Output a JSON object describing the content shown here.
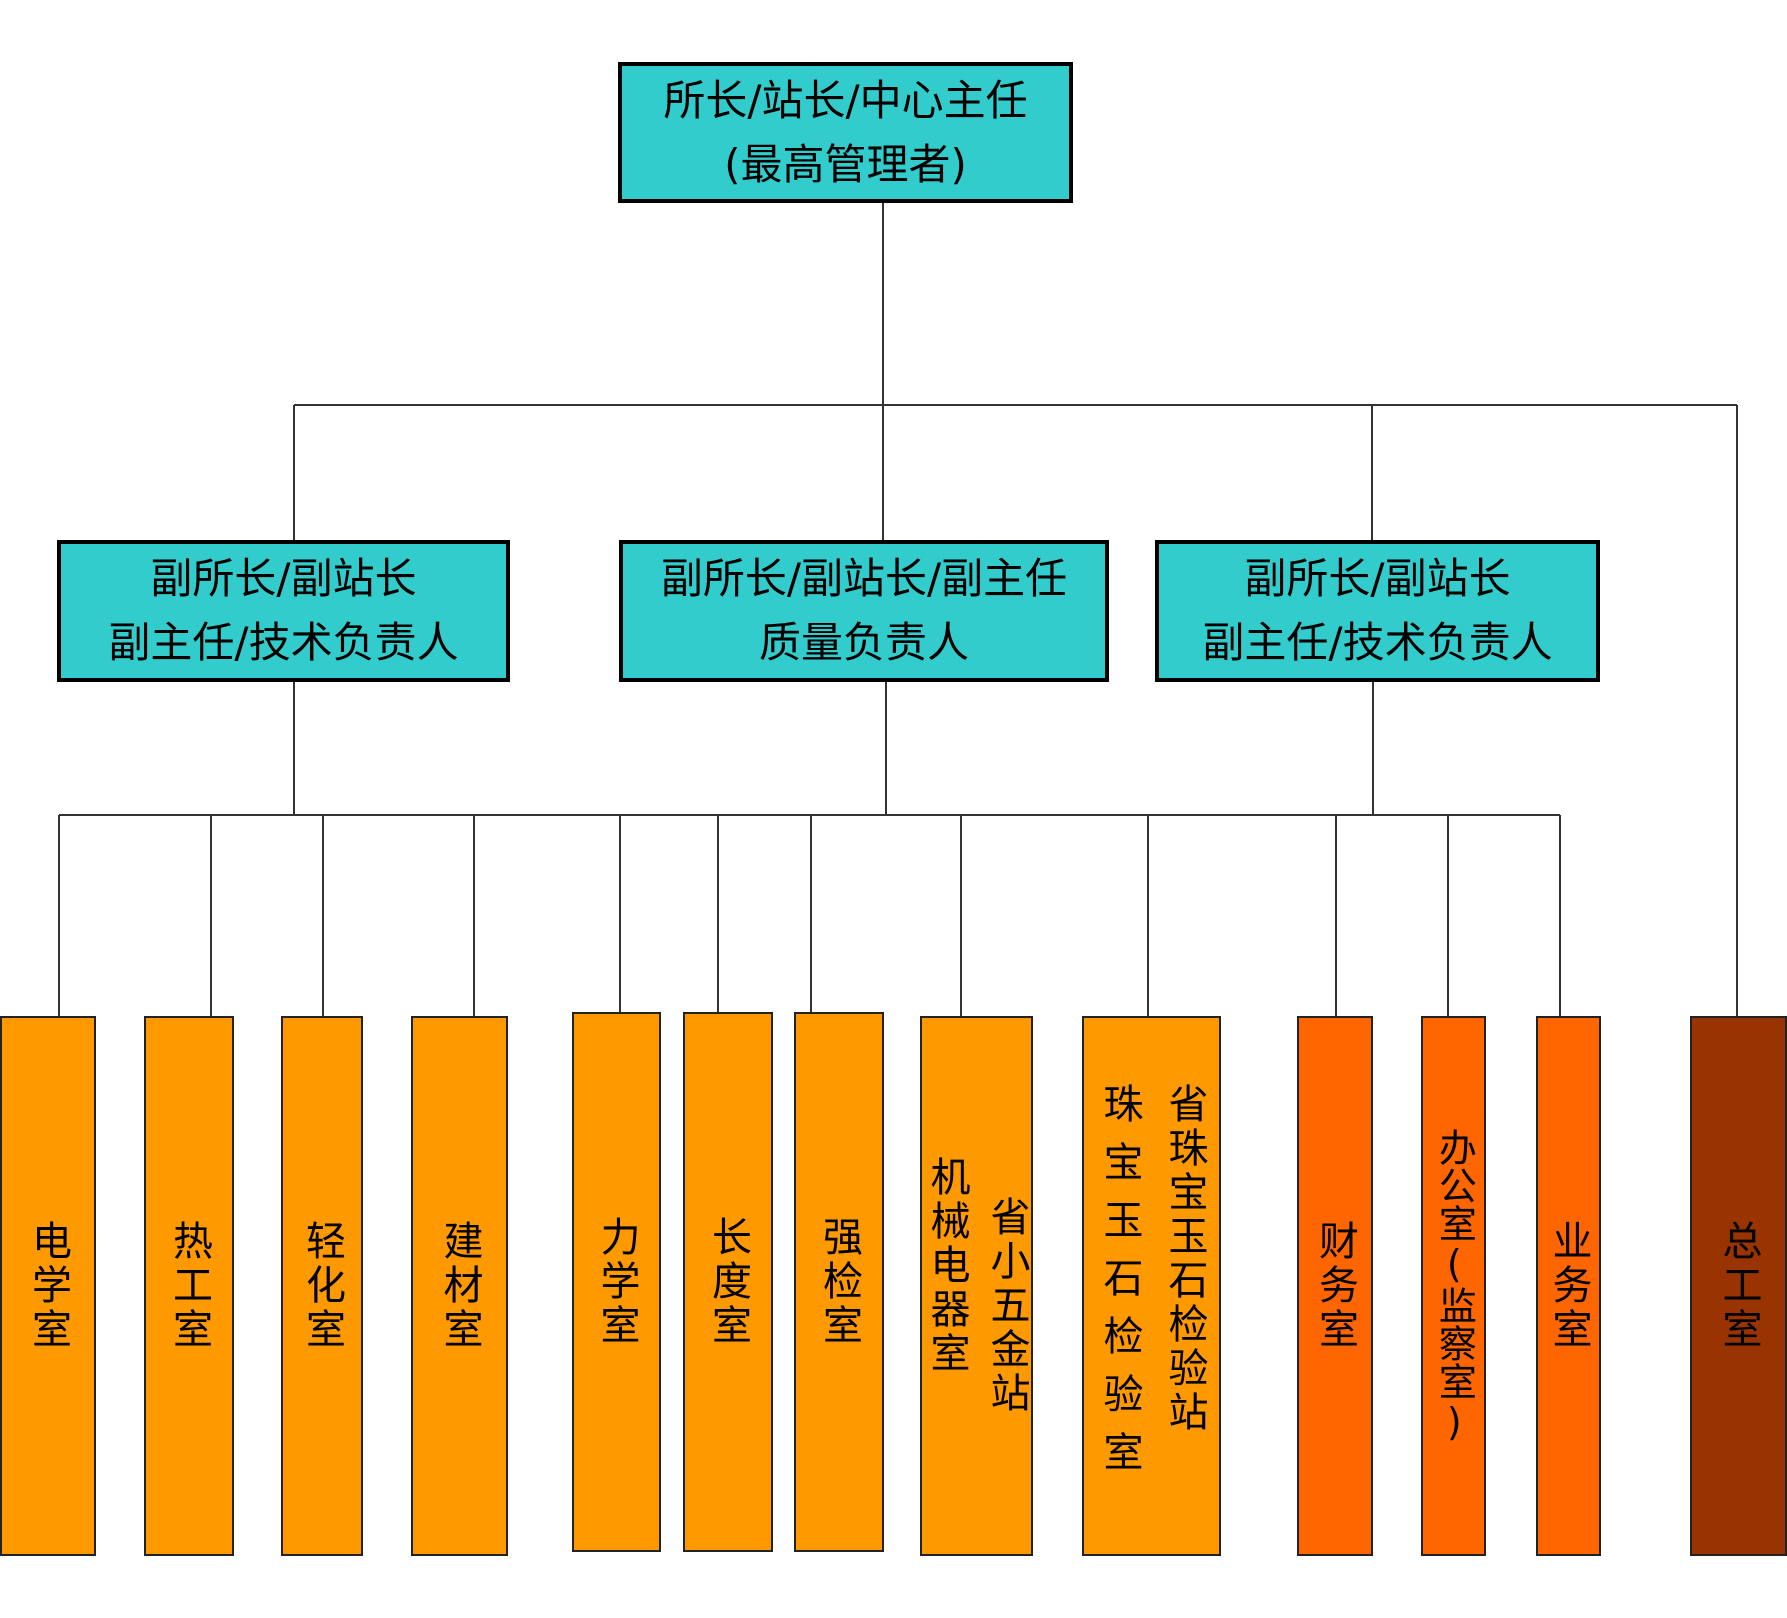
{
  "colors": {
    "leader_box": "#33CCCC",
    "lab": "#FF9900",
    "admin": "#FF6600",
    "chief_engineer": "#993300"
  },
  "top": {
    "line1": "所长/站长/中心主任",
    "line2": "(最高管理者)"
  },
  "deputies": [
    {
      "line1": "副所长/副站长",
      "line2": "副主任/技术负责人"
    },
    {
      "line1": "副所长/副站长/副主任",
      "line2": "质量负责人"
    },
    {
      "line1": "副所长/副站长",
      "line2": "副主任/技术负责人"
    }
  ],
  "departments": {
    "electrical": "电学室",
    "thermal": "热工室",
    "light_chem": "轻化室",
    "building_materials": "建材室",
    "mechanics": "力学室",
    "length": "长度室",
    "compulsory_inspection": "强检室",
    "machinery": {
      "name": "机械电器室",
      "station": "省小五金站"
    },
    "jewelry": {
      "name": "珠宝玉石检验室",
      "station": "省珠宝玉石检验站"
    },
    "finance": "财务室",
    "office": "办公室(监察室)",
    "business": "业务室",
    "chief_engineer": "总工室"
  }
}
